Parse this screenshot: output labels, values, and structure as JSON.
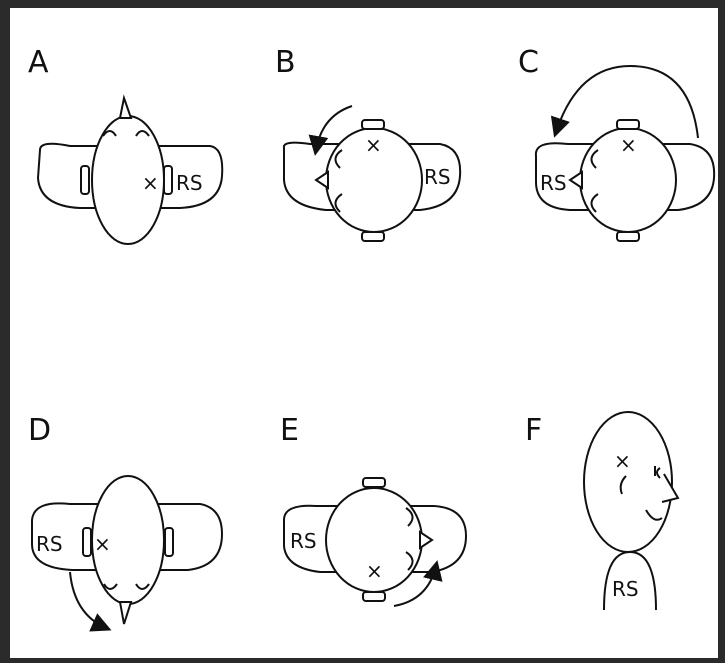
{
  "panels": [
    {
      "letter": "A",
      "shoulder_label": "RS",
      "marker": "×"
    },
    {
      "letter": "B",
      "shoulder_label": "RS",
      "marker": "×"
    },
    {
      "letter": "C",
      "shoulder_label": "RS",
      "marker": "×"
    },
    {
      "letter": "D",
      "shoulder_label": "RS",
      "marker": "×"
    },
    {
      "letter": "E",
      "shoulder_label": "RS",
      "marker": "×"
    },
    {
      "letter": "F",
      "shoulder_label": "RS",
      "marker": "×"
    }
  ]
}
